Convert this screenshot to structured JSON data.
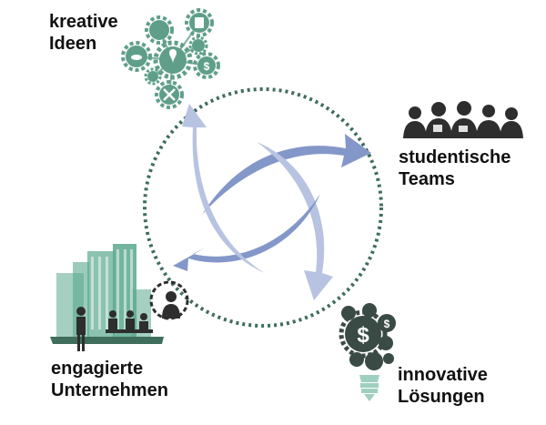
{
  "labels": {
    "kreative": {
      "line1": "kreative",
      "line2": "Ideen"
    },
    "teams": {
      "line1": "studentische",
      "line2": "Teams"
    },
    "unternehmen": {
      "line1": "engagierte",
      "line2": "Unternehmen"
    },
    "loesungen": {
      "line1": "innovative",
      "line2": "Lösungen"
    }
  },
  "colors": {
    "ring": "#3f6e5c",
    "arrow_dark": "#8497c9",
    "arrow_light": "#b7c3e0",
    "gear": "#5f9f8a",
    "building": "#5aa88e",
    "people": "#2e2e2e",
    "bulb": "#3a4a45",
    "bulb_base": "#9fcfc0"
  },
  "icons": {
    "ideas": "gear-cluster-icon",
    "teams": "student-group-icon",
    "companies": "office-buildings-icon",
    "solutions": "lightbulb-gears-icon"
  }
}
